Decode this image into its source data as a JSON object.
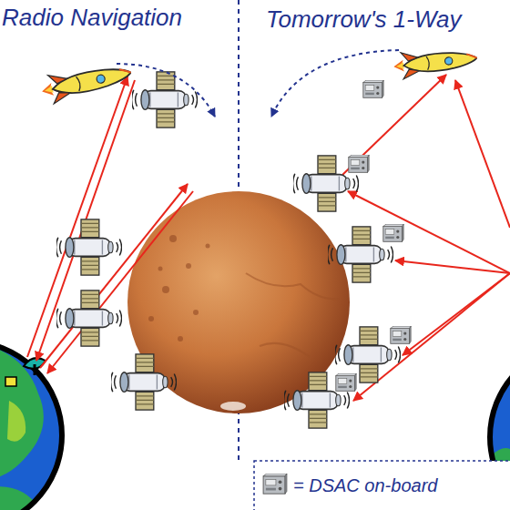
{
  "diagram": {
    "labels": [
      "Radio Navigation",
      "Tomorrow's 1-Way"
    ],
    "legend": [
      {
        "text": "= DSAC on-board"
      }
    ]
  }
}
